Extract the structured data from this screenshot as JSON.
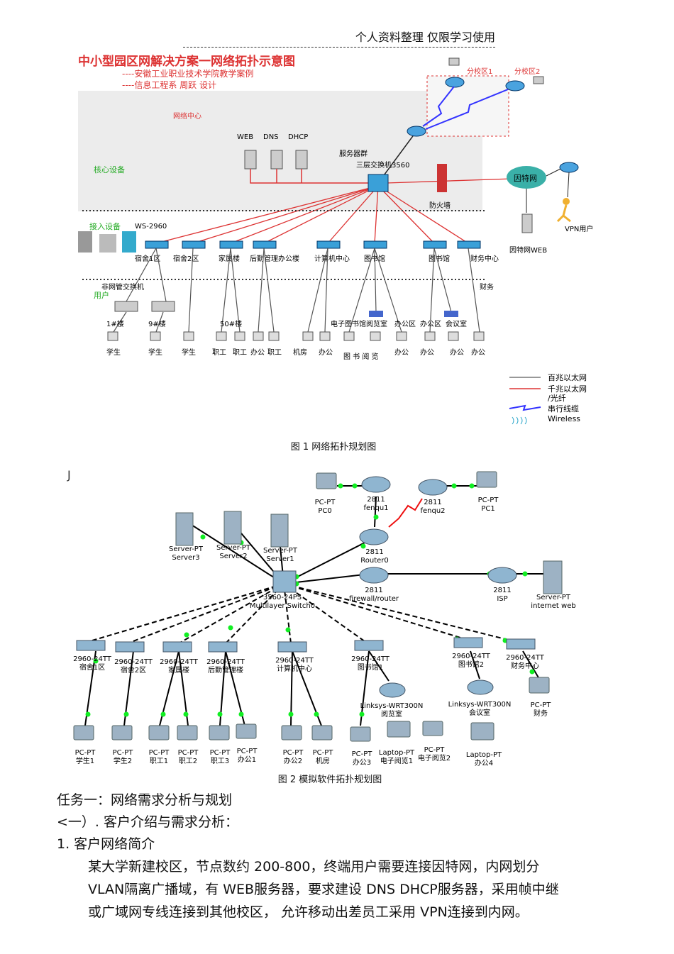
{
  "header": "个人资料整理   仅限学习使用",
  "fig1": {
    "title": "中小型园区网解决方案一网络拓扑示意图",
    "sub1": "----安徽工业职业技术学院教学案例",
    "sub2": "----信息工程系 周跃 设计",
    "net_center": "网络中心",
    "core": "核心设备",
    "access": "接入设备",
    "users": "用户",
    "servers": [
      "WEB",
      "DNS",
      "DHCP"
    ],
    "server_group": "服务器群",
    "l3switch": "三层交换机3560",
    "firewall": "防火墙",
    "internet": "因特网",
    "internet_web": "因特网WEB",
    "vpn_user": "VPN用户",
    "branch1": "分校区1",
    "branch2": "分校区2",
    "ws2960": "WS-2960",
    "unmanaged": "非网管交换机",
    "finance": "财务",
    "buildings": [
      "宿舍1区",
      "宿舍2区",
      "家属楼",
      "后勤管理办公楼",
      "计算机中心",
      "图书馆",
      "图书馆",
      "财务中心"
    ],
    "bldg_nums": [
      "1#楼",
      "9#楼",
      "50#楼"
    ],
    "rooms": [
      "电子图书馆阅览室",
      "办公区",
      "办公区",
      "会议室"
    ],
    "hosts": [
      "学生",
      "学生",
      "学生",
      "职工",
      "职工",
      "办公",
      "职工",
      "机房",
      "办公",
      "图 书 阅 览",
      "办公",
      "办公",
      "办公",
      "办公"
    ],
    "legend": [
      "百兆以太网",
      "千兆以太网",
      "/光纤",
      "串行线缆",
      "Wireless"
    ],
    "caption": "图 1  网络拓扑规划图"
  },
  "fig2": {
    "pc0": [
      "PC-PT",
      "PC0"
    ],
    "pc1": [
      "PC-PT",
      "PC1"
    ],
    "fenqu1": [
      "2811",
      "fenqu1"
    ],
    "fenqu2": [
      "2811",
      "fenqu2"
    ],
    "router0": [
      "2811",
      "Router0"
    ],
    "firewall": [
      "2811",
      "firewall/router"
    ],
    "isp": [
      "2811",
      "ISP"
    ],
    "inetweb": [
      "Server-PT",
      "internet web"
    ],
    "servers": [
      [
        "Server-PT",
        "Server3"
      ],
      [
        "Server-PT",
        "Server2"
      ],
      [
        "Server-PT",
        "Server1"
      ]
    ],
    "ms": [
      "3560-24PS",
      "Multilayer Switch0"
    ],
    "switches": [
      [
        "2960-24TT",
        "宿舍1区"
      ],
      [
        "2960-24TT",
        "宿舍2区"
      ],
      [
        "2960-24TT",
        "家属楼"
      ],
      [
        "2960-24TT",
        "后勤管理楼"
      ],
      [
        "2960-24TT",
        "计算机中心"
      ],
      [
        "2960-24TT",
        "图书馆1"
      ],
      [
        "2960-24TT",
        "图书馆2"
      ],
      [
        "2960-24TT",
        "财务中心"
      ]
    ],
    "ap1": [
      "Linksys-WRT300N",
      "阅览室"
    ],
    "ap2": [
      "Linksys-WRT300N",
      "会议室"
    ],
    "pc_fin": [
      "PC-PT",
      "财务"
    ],
    "pcs": [
      [
        "PC-PT",
        "学生1"
      ],
      [
        "PC-PT",
        "学生2"
      ],
      [
        "PC-PT",
        "职工1"
      ],
      [
        "PC-PT",
        "职工2"
      ],
      [
        "PC-PT",
        "职工3"
      ],
      [
        "PC-PT",
        "办公1"
      ],
      [
        "PC-PT",
        "办公2"
      ],
      [
        "PC-PT",
        "机房"
      ],
      [
        "PC-PT",
        "办公3"
      ],
      [
        "Laptop-PT",
        "电子阅览1"
      ],
      [
        "PC-PT",
        "电子阅览2"
      ],
      [
        "Laptop-PT",
        "办公4"
      ]
    ],
    "caption": "图 2  模拟软件拓扑规划图"
  },
  "tick": "J",
  "task": "任务一：网络需求分析与规划",
  "sec": "<一）. 客户介绍与需求分析：",
  "item": "1.  客户网络简介",
  "para": [
    "某大学新建校区，节点数约    200-800，终端用户需要连接因特网，内网划分",
    "VLAN隔离广播域，有   WEB服务器，要求建设   DNS  DHCP服务器，采用帧中继",
    "或广域网专线连接到其他校区，     允许移动出差员工采用    VPN连接到内网。"
  ]
}
